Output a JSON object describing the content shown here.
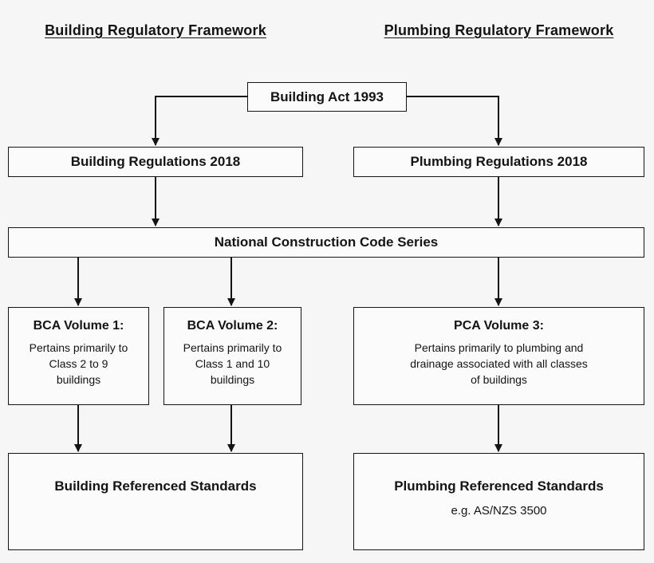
{
  "headers": {
    "building": "Building Regulatory Framework",
    "plumbing": "Plumbing Regulatory Framework"
  },
  "nodes": {
    "building_act": {
      "title": "Building Act 1993"
    },
    "building_regulations_2018": {
      "title": "Building Regulations 2018"
    },
    "plumbing_regulations_2018": {
      "title": "Plumbing Regulations 2018"
    },
    "national_construction_code": {
      "title": "National Construction Code Series"
    },
    "bca_volume_1": {
      "title": "BCA Volume 1:",
      "body": "Pertains primarily to Class 2 to 9 buildings"
    },
    "bca_volume_2": {
      "title": "BCA Volume 2:",
      "body": "Pertains primarily to Class 1 and 10 buildings"
    },
    "pca_volume_3": {
      "title": "PCA Volume 3:",
      "body": "Pertains primarily to plumbing and drainage associated with all classes of buildings"
    },
    "building_referenced_standards": {
      "title": "Building Referenced Standards"
    },
    "plumbing_referenced_standards": {
      "title": "Plumbing Referenced Standards",
      "body": "e.g. AS/NZS 3500"
    }
  },
  "colors": {
    "background": "#f6f6f6",
    "box_background": "#fbfbfb",
    "border": "#141414",
    "text": "#141414"
  }
}
